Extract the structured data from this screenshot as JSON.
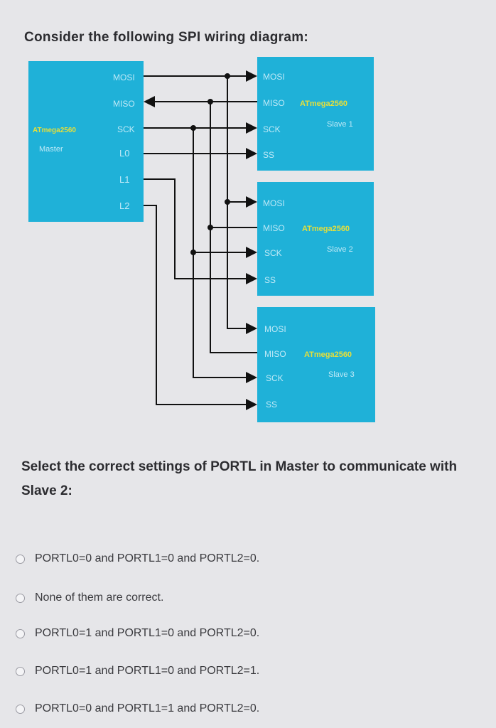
{
  "question": {
    "title": "Consider the following SPI wiring diagram:",
    "prompt": "Select the correct settings of PORTL in Master to communicate with Slave 2:"
  },
  "diagram": {
    "colors": {
      "box": "#1fb1d8",
      "box_text": "#bfe9f7",
      "chip_label": "#e6df3a",
      "wire": "#111111"
    },
    "master": {
      "chip": "ATmega2560",
      "role": "Master",
      "pins": [
        "MOSI",
        "MISO",
        "SCK",
        "L0",
        "L1",
        "L2"
      ]
    },
    "slaves": [
      {
        "chip": "ATmega2560",
        "role": "Slave 1",
        "pins": [
          "MOSI",
          "MISO",
          "SCK",
          "SS"
        ]
      },
      {
        "chip": "ATmega2560",
        "role": "Slave 2",
        "pins": [
          "MOSI",
          "MISO",
          "SCK",
          "SS"
        ]
      },
      {
        "chip": "ATmega2560",
        "role": "Slave 3",
        "pins": [
          "MOSI",
          "MISO",
          "SCK",
          "SS"
        ]
      }
    ]
  },
  "options": [
    "PORTL0=0 and PORTL1=0 and PORTL2=0.",
    "None of them are correct.",
    "PORTL0=1 and PORTL1=0 and PORTL2=0.",
    "PORTL0=1 and PORTL1=0 and PORTL2=1.",
    "PORTL0=0 and PORTL1=1 and PORTL2=0."
  ]
}
